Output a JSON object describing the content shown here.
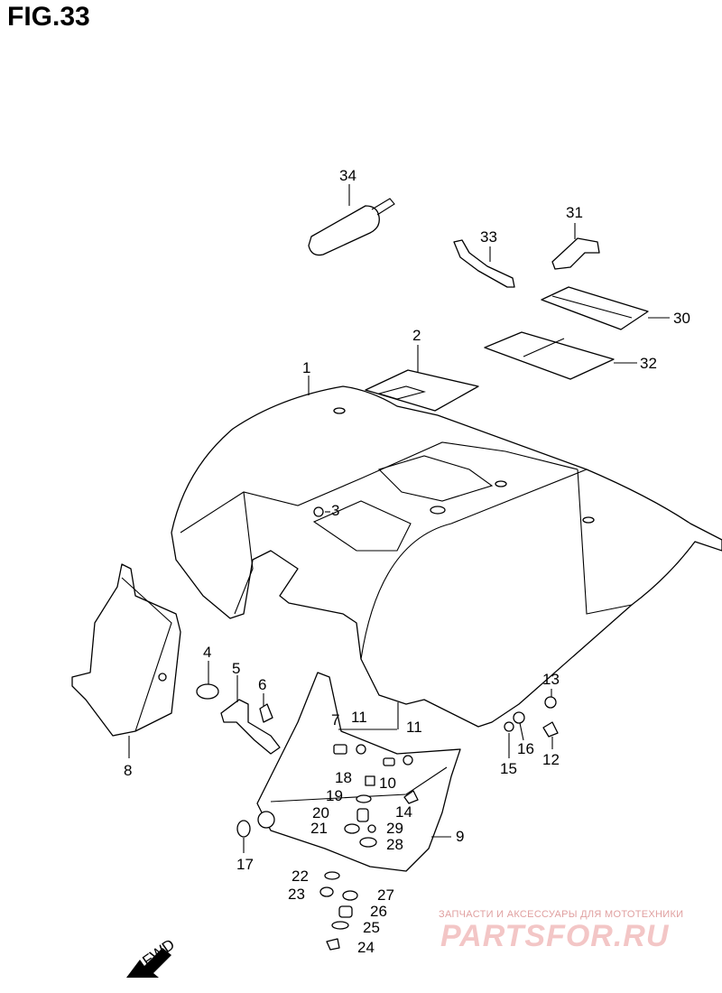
{
  "figure": {
    "title": "FIG.33"
  },
  "fwd_arrow": {
    "label": "FWD"
  },
  "callouts": [
    "1",
    "2",
    "3",
    "4",
    "5",
    "6",
    "7",
    "8",
    "9",
    "10",
    "11",
    "11",
    "12",
    "13",
    "14",
    "15",
    "16",
    "17",
    "18",
    "19",
    "20",
    "21",
    "22",
    "23",
    "24",
    "25",
    "26",
    "27",
    "28",
    "29",
    "30",
    "31",
    "32",
    "33",
    "34"
  ],
  "watermark": {
    "tagline": "ЗАПЧАСТИ И АКСЕССУАРЫ ДЛЯ МОТОТЕХНИКИ",
    "brand": "PARTSFOR.RU"
  }
}
